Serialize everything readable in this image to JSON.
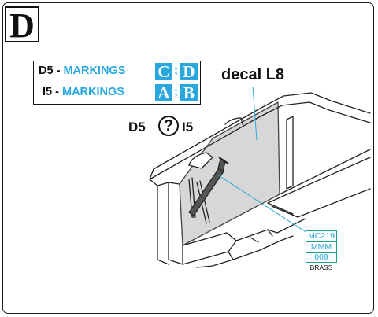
{
  "step": {
    "letter": "D"
  },
  "markings": [
    {
      "version": "D5",
      "label": "MARKINGS",
      "options": [
        "C",
        "D"
      ]
    },
    {
      "version": "I5",
      "label": "MARKINGS",
      "options": [
        "A",
        "B"
      ]
    }
  ],
  "decal": {
    "label": "decal L8"
  },
  "choice": {
    "left": "D5",
    "symbol": "?",
    "right": "I5"
  },
  "part": {
    "code": "MC219",
    "line2": "MMM",
    "line3": "009",
    "material": "BRASS"
  },
  "colors": {
    "accent": "#29a8df",
    "part_border": "#1aa384",
    "decal_fill": "#d7d7d7"
  }
}
